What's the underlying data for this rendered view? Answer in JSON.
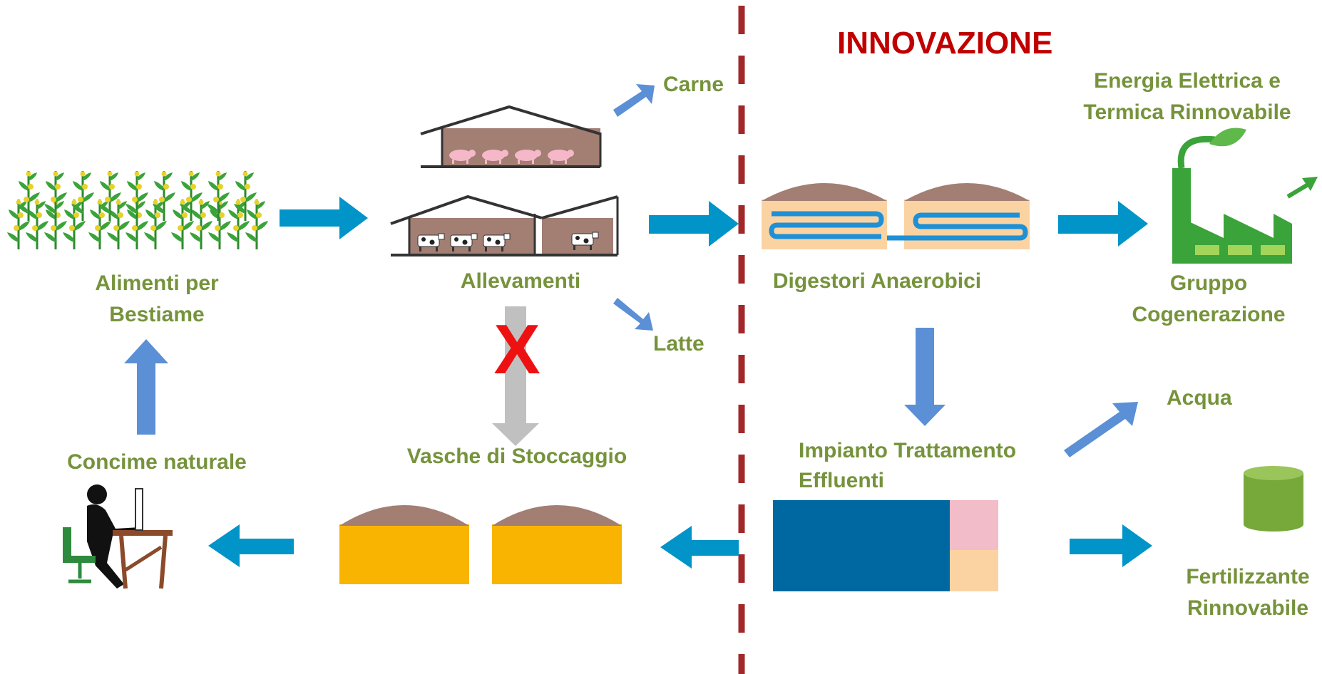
{
  "title": "INNOVAZIONE",
  "labels": {
    "carne": "Carne",
    "energia_line1": "Energia Elettrica  e",
    "energia_line2": "Termica Rinnovabile",
    "alimenti_line1": "Alimenti per",
    "alimenti_line2": "Bestiame",
    "allevamenti": "Allevamenti",
    "digestori": "Digestori Anaerobici",
    "gruppo_line1": "Gruppo",
    "gruppo_line2": "Cogenerazione",
    "latte": "Latte",
    "acqua": "Acqua",
    "concime": "Concime naturale",
    "vasche": "Vasche di Stoccaggio",
    "impianto_line1": "Impianto Trattamento",
    "impianto_line2": "Effluenti",
    "fert_line1": "Fertilizzante",
    "fert_line2": "Rinnovabile",
    "cross_mark": "X"
  },
  "colors": {
    "label_green": "#76933c",
    "title_red": "#c00000",
    "arrow_blue": "#0094c8",
    "arrow_light_blue": "#5b8fd6",
    "arrow_gray": "#c0c0c0",
    "divider_red": "#a0282a",
    "barn_brown": "#a27e73",
    "tank_yellow": "#f8b400",
    "digester_peach": "#fbd3a2",
    "treatment_blue": "#0068a0",
    "treatment_pink": "#f2bcc8",
    "factory_green": "#3aa339",
    "cylinder_green": "#76a83a"
  }
}
